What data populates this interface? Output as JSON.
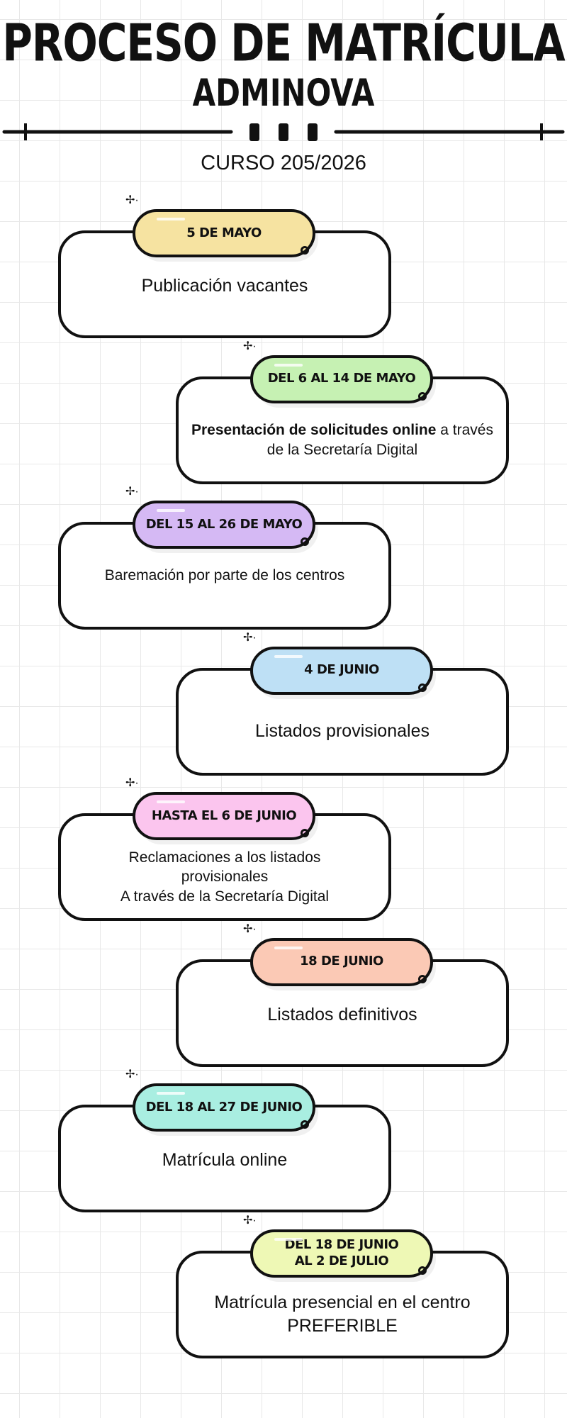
{
  "header": {
    "title": "PROCESO DE MATRÍCULA",
    "subtitle": "ADMINOVA",
    "course": "CURSO 205/2026"
  },
  "steps": [
    {
      "date": "5 DE MAYO",
      "color": "#f6e3a1",
      "lines": [
        "Publicación vacantes"
      ],
      "size": "lg",
      "align": "top"
    },
    {
      "date": "DEL 6 AL 14 DE MAYO",
      "color": "#c6f1b3",
      "bold": "Presentación de solicitudes online",
      "rest": " a través de la Secretaría Digital",
      "size": "sm"
    },
    {
      "date": "DEL 15 AL 26 DE MAYO",
      "color": "#d5b9f4",
      "lines": [
        "Baremación por parte de los centros"
      ],
      "size": "sm",
      "align": "top"
    },
    {
      "date": "4 DE JUNIO",
      "color": "#bee0f5",
      "lines": [
        "Listados provisionales"
      ],
      "size": "lg"
    },
    {
      "date": "HASTA EL 6 DE JUNIO",
      "color": "#fbc5ee",
      "lines": [
        "Reclamaciones a los listados",
        "provisionales",
        "A través de la Secretaría Digital"
      ],
      "size": "sm"
    },
    {
      "date": "18 DE JUNIO",
      "color": "#fbc9b5",
      "lines": [
        "Listados definitivos"
      ],
      "size": "lg",
      "align": "top"
    },
    {
      "date": "DEL 18 AL 27 DE JUNIO",
      "color": "#a9eee1",
      "lines": [
        "Matrícula online"
      ],
      "size": "lg",
      "align": "top"
    },
    {
      "date": "DEL 18 DE JUNIO AL 2 DE JULIO",
      "color": "#eef8b5",
      "lines": [
        "Matrícula presencial en el centro",
        "PREFERIBLE"
      ],
      "size": "lg"
    }
  ]
}
